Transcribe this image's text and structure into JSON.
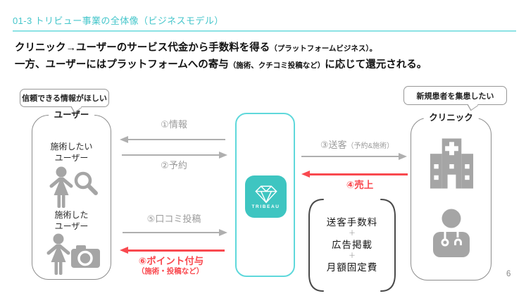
{
  "header": {
    "title": "01-3 トリビュー事業の全体像（ビジネスモデル）"
  },
  "lead": {
    "line1_main": "クリニック→ユーザーのサービス代金から手数料を得る",
    "line1_small": "（プラットフォームビジネス）。",
    "line2_main_a": "一方、ユーザーにはプラットフォームへの寄与",
    "line2_small": "（施術、クチコミ投稿など）",
    "line2_main_b": "に応じて還元される。"
  },
  "bubbles": {
    "left": "信頼できる情報がほしい",
    "right": "新規患者を集患したい"
  },
  "user_box": {
    "title": "ユーザー",
    "want_line1": "施術したい",
    "want_line2": "ユーザー",
    "done_line1": "施術した",
    "done_line2": "ユーザー"
  },
  "clinic_box": {
    "title": "クリニック"
  },
  "phone": {
    "app_name": "TRIBEAU"
  },
  "flows": {
    "info": "①情報",
    "reserve": "②予約",
    "referral_main": "③送客",
    "referral_small": "（予約&施術）",
    "sales": "④売上",
    "review": "⑤口コミ投稿",
    "points_main": "⑥ポイント付与",
    "points_small": "（施術・投稿など）"
  },
  "fee_box": {
    "item1": "送客手数料",
    "plus1": "＋",
    "item2": "広告掲載",
    "plus2": "＋",
    "item3": "月額固定費"
  },
  "page_number": "6",
  "colors": {
    "teal_text": "#45c6cb",
    "teal_line": "#8ce2e4",
    "phone_border": "#5fd8db",
    "app_icon_teal": "#3ec5c1",
    "red": "#f9494f",
    "arrow_gray": "#afafaf",
    "label_gray": "#9b9b9b",
    "border_gray": "#8c8c8c",
    "icon_gray": "#a5a5a5"
  }
}
